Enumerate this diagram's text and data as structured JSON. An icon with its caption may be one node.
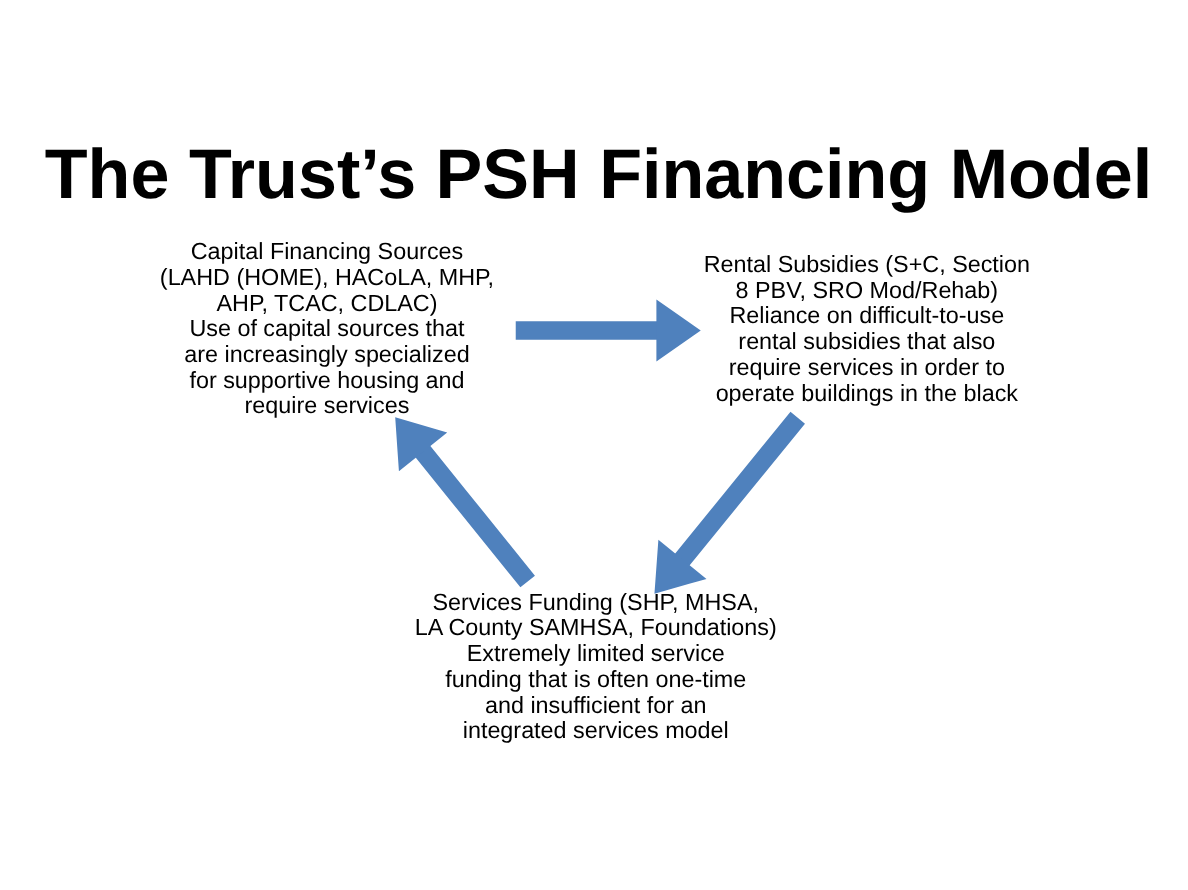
{
  "diagram": {
    "title": "The Trust’s PSH Financing Model",
    "nodes": [
      {
        "text": [
          "Capital Financing Sources (LAHD (HOME), HACoLA, MHP, AHP, TCAC, CDLAC)",
          "Use of capital sources that are increasingly specialized for supportive housing and require services"
        ]
      },
      {
        "text": [
          "Rental Subsidies (S+C, Section 8 PBV, SRO Mod/Rehab)",
          "Reliance on difficult-to-use rental subsidies that also require services in order to operate buildings in the black"
        ]
      },
      {
        "text": [
          "Services Funding (SHP, MHSA, LA County SAMHSA, Foundations)",
          "Extremely limited service funding that is often one-time and insufficient for an integrated services model"
        ]
      }
    ],
    "edges": [
      {
        "from": 0,
        "to": 1,
        "arrow": "to"
      },
      {
        "from": 1,
        "to": 2,
        "arrow": "to"
      },
      {
        "from": 2,
        "to": 0,
        "arrow": "to"
      }
    ]
  }
}
